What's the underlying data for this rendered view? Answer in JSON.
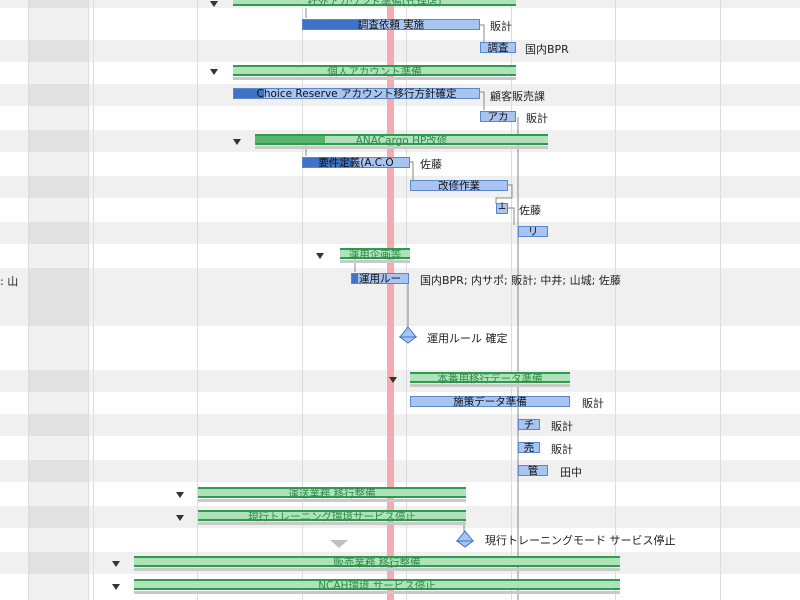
{
  "left_edge_label": ": 山",
  "tasks": {
    "t_top_summary": "社外アカウント準備(代理店)",
    "t_chosa": "調査依頼 実施",
    "r_chosa": "販計",
    "t_chosa2": "調査",
    "r_chosa2": "国内BPR",
    "t_kojin": "個人アカウント準備",
    "t_choice": "Choice Reserve アカウント移行方針確定",
    "r_choice": "顧客販売課",
    "t_aka": "アカ",
    "r_aka": "販計",
    "t_anacargo": "ANACargo HP改修",
    "t_yoken": "要件定義(A.C.O",
    "r_yoken": "佐藤",
    "t_kaishu": "改修作業",
    "t_small1": "┴",
    "r_small1": "佐藤",
    "t_ri": "リ",
    "t_unyo_sum": "運用企画等",
    "t_unyo": "運用ルー",
    "r_unyo": "国内BPR; 内サポ; 販計; 中井; 山城; 佐藤",
    "m_unyo": "運用ルール 確定",
    "t_honban": "本番用移行データ準備",
    "t_shisaku": "施策データ準備",
    "r_shisaku": "販計",
    "t_chi": "チ",
    "r_chi": "販計",
    "t_uri": "売",
    "r_uri": "販計",
    "t_kan": "管",
    "r_kan": "田中",
    "t_unso": "運送業務 移行整備",
    "t_genko": "現行トレーニング環境サービス停止",
    "m_genko": "現行トレーニングモード サービス停止",
    "t_hanbai": "販売業務 移行整備",
    "t_nccu": "NCAH環境 サービス停止"
  },
  "colors": {
    "task": "#a8c4f0",
    "task_progress": "#3e73c7",
    "summary": "#aee2b8",
    "summary_border": "#2f9b50",
    "today_line": "#f3a3aa",
    "milestone": "#a8c4f0"
  }
}
